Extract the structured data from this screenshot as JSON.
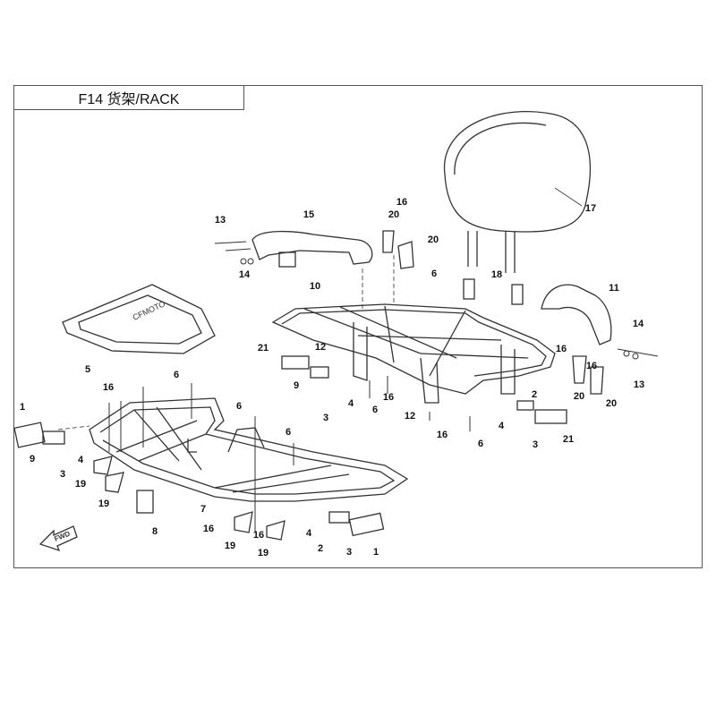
{
  "title": "F14 货架/RACK",
  "fwd_label": "FWD",
  "logo_text": "CFMOTO",
  "callouts": [
    "17",
    "16",
    "20",
    "20",
    "15",
    "13",
    "14",
    "6",
    "18",
    "11",
    "10",
    "12",
    "21",
    "9",
    "4",
    "3",
    "6",
    "16",
    "12",
    "16",
    "6",
    "4",
    "2",
    "3",
    "21",
    "16",
    "16",
    "14",
    "13",
    "20",
    "20",
    "5",
    "6",
    "16",
    "6",
    "6",
    "1",
    "9",
    "4",
    "3",
    "19",
    "19",
    "8",
    "7",
    "16",
    "19",
    "16",
    "19",
    "4",
    "2",
    "3",
    "1"
  ]
}
